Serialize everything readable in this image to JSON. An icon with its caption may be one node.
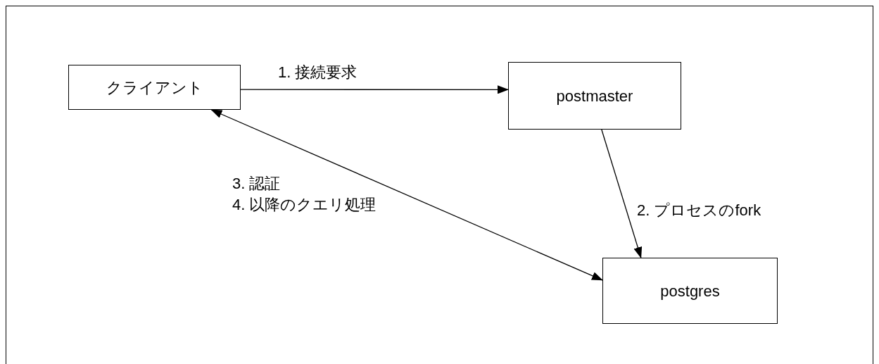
{
  "diagram": {
    "nodes": [
      {
        "text": [
          "クライアント"
        ]
      },
      {
        "text": [
          "postmaster"
        ]
      },
      {
        "text": [
          "postgres"
        ]
      }
    ],
    "edges": [
      {
        "from": 0,
        "to": 1,
        "arrow": "to",
        "label": "1. 接続要求"
      },
      {
        "from": 1,
        "to": 2,
        "arrow": "to",
        "label": "2. プロセスのfork"
      },
      {
        "from": 0,
        "to": 2,
        "arrow": "both",
        "label": "3. 認証"
      }
    ],
    "labels": [
      "4. 以降のクエリ処理"
    ]
  }
}
